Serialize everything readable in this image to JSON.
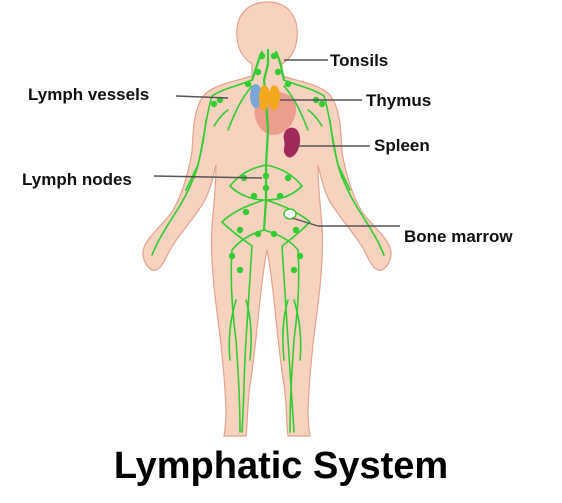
{
  "diagram": {
    "title": "Lymphatic System",
    "labels": {
      "tonsils": "Tonsils",
      "lymph_vessels": "Lymph vessels",
      "thymus": "Thymus",
      "spleen": "Spleen",
      "lymph_nodes": "Lymph nodes",
      "bone_marrow": "Bone marrow"
    },
    "colors": {
      "skin": "#f7d2bf",
      "skin_outline": "#e0a48d",
      "lymph": "#33cc33",
      "thymus": "#f2a81d",
      "thymus_blue": "#7ba6d8",
      "heart": "#e99080",
      "spleen": "#a0285a",
      "leader_line": "#555555"
    }
  }
}
